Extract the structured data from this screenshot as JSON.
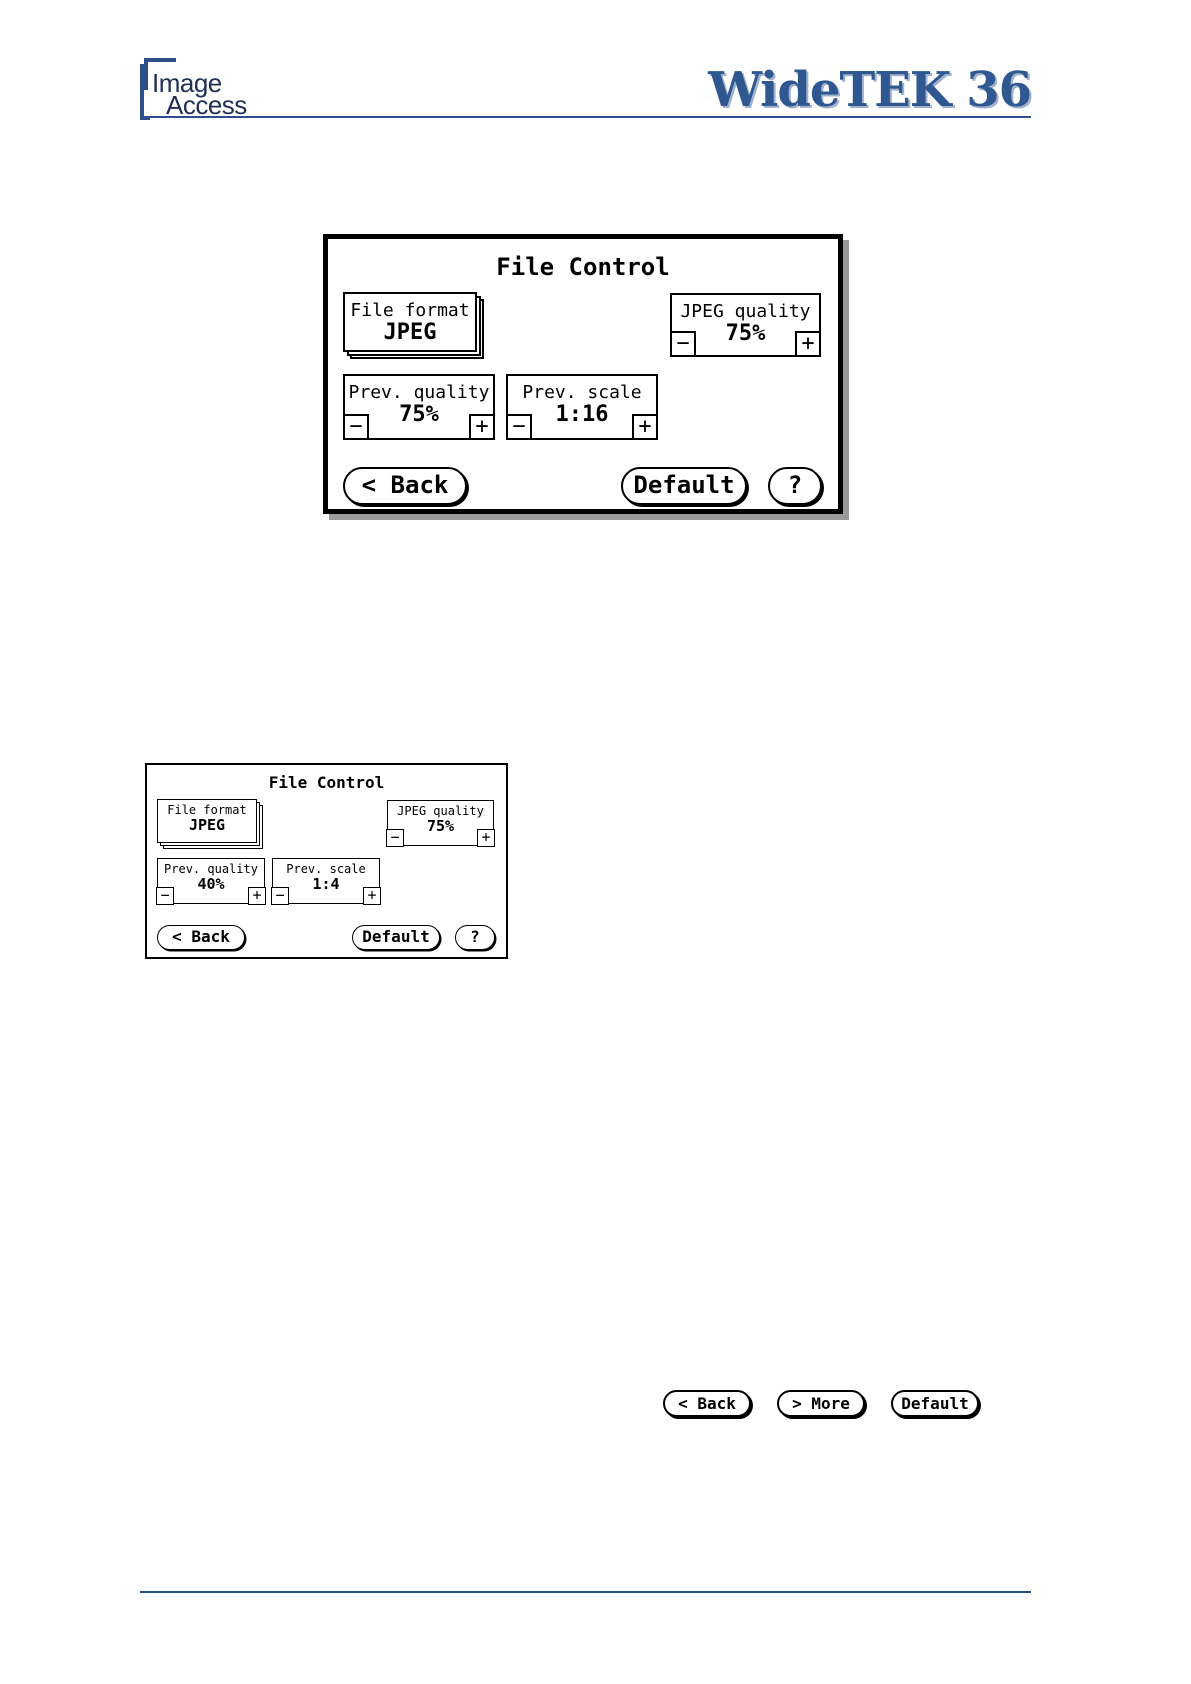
{
  "header": {
    "logo_line1": "Image",
    "logo_line2": "Access",
    "product_title": "WideTEK 36"
  },
  "screen_large": {
    "title": "File Control",
    "file_format": {
      "label": "File format",
      "value": "JPEG"
    },
    "jpeg_quality": {
      "label": "JPEG quality",
      "value": "75%",
      "minus": "−",
      "plus": "+"
    },
    "prev_quality": {
      "label": "Prev. quality",
      "value": "75%",
      "minus": "−",
      "plus": "+"
    },
    "prev_scale": {
      "label": "Prev. scale",
      "value": "1:16",
      "minus": "−",
      "plus": "+"
    },
    "back_label": "< Back",
    "default_label": "Default",
    "help_label": "?"
  },
  "screen_small": {
    "title": "File Control",
    "file_format": {
      "label": "File format",
      "value": "JPEG"
    },
    "jpeg_quality": {
      "label": "JPEG quality",
      "value": "75%",
      "minus": "−",
      "plus": "+"
    },
    "prev_quality": {
      "label": "Prev. quality",
      "value": "40%",
      "minus": "−",
      "plus": "+"
    },
    "prev_scale": {
      "label": "Prev. scale",
      "value": "1:4",
      "minus": "−",
      "plus": "+"
    },
    "back_label": "< Back",
    "default_label": "Default",
    "help_label": "?"
  },
  "button_row": {
    "back_label": "< Back",
    "more_label": "> More",
    "default_label": "Default"
  },
  "colors": {
    "brand_blue": "#2f5891",
    "rule_blue": "#2d4f8a"
  }
}
